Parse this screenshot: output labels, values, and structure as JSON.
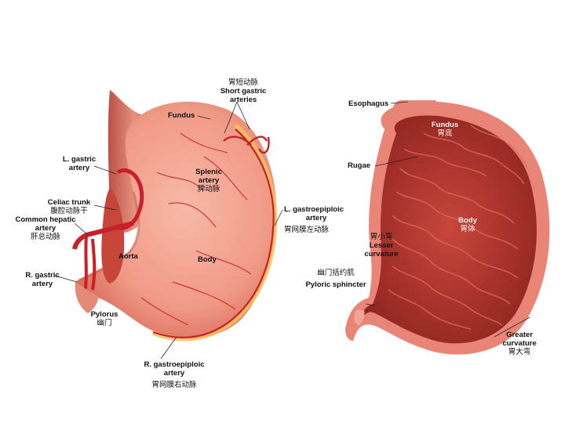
{
  "left": {
    "short_gastric": {
      "zh": "胃短动脉",
      "en1": "Short gastric",
      "en2": "arteries"
    },
    "fundus": {
      "en": "Fundus"
    },
    "l_gastric": {
      "en1": "L. gastric",
      "en2": "artery"
    },
    "splenic": {
      "en1": "Splenic",
      "en2": "artery",
      "zh": "脾动脉"
    },
    "celiac": {
      "en": "Celiac trunk",
      "zh": "腹腔动脉干"
    },
    "common_hepatic": {
      "en1": "Common hepatic",
      "en2": "artery",
      "zh": "肝总动脉"
    },
    "l_gastroepiploic": {
      "en1": "L. gastroepiploic",
      "en2": "artery",
      "zh": "胃网膜左动脉"
    },
    "aorta": {
      "en": "Aorta"
    },
    "body": {
      "en": "Body"
    },
    "r_gastric": {
      "en1": "R. gastric",
      "en2": "artery"
    },
    "pylorus": {
      "en": "Pylorus",
      "zh": "幽门"
    },
    "r_gastroepiploic": {
      "en1": "R. gastroepiploic",
      "en2": "artery",
      "zh": "胃网膜右动脉"
    }
  },
  "right": {
    "esophagus": {
      "en": "Esophagus"
    },
    "fundus": {
      "en": "Fundus",
      "zh": "胃底"
    },
    "rugae": {
      "en": "Rugae"
    },
    "body": {
      "en": "Body",
      "zh": "胃体"
    },
    "lesser": {
      "zh": "胃小弯",
      "en1": "Lesser",
      "en2": "curvature"
    },
    "pyloric_sphincter": {
      "zh": "幽门括约肌",
      "en": "Pyloric sphincter"
    },
    "greater": {
      "en1": "Greater",
      "en2": "curvature",
      "zh": "胃大弯"
    }
  },
  "colors": {
    "outer_stomach": "#f3a08e",
    "outer_shadow": "#de6f60",
    "artery": "#c8202a",
    "fat_band": "#f5c25a",
    "mucosa": "#c2433a",
    "mucosa_dark": "#8c1f1c",
    "wall": "#e88576"
  }
}
